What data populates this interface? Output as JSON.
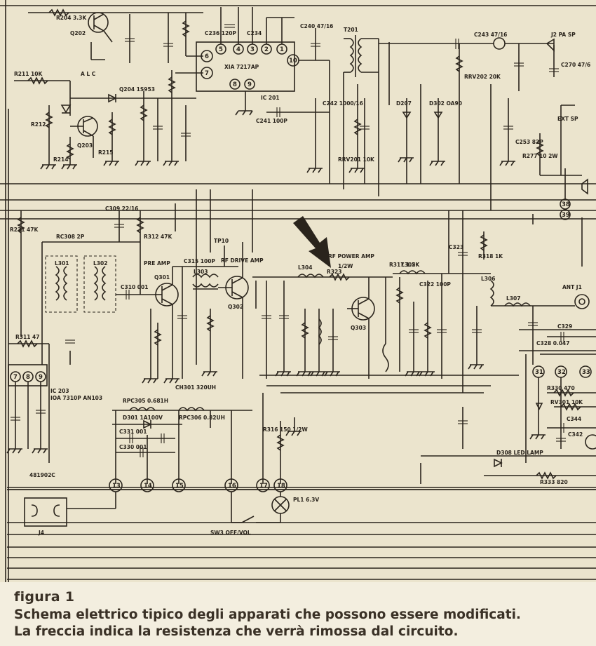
{
  "caption": {
    "title": "figura 1",
    "line1": "Schema elettrico tipico degli apparati che possono essere modificati.",
    "line2": "La freccia indica la resistenza che verrà rimossa dal circuito."
  },
  "components": {
    "r204": "R204 3.3K",
    "q202": "Q202",
    "c236": "C236 120P",
    "c234": "C234",
    "ic_pins_top": [
      "5",
      "4",
      "3",
      "2",
      "1"
    ],
    "ic_pins_side": [
      "6",
      "7",
      "10"
    ],
    "ic_pins_bottom": [
      "8",
      "9"
    ],
    "ic201_part": "XIA 7217AP",
    "ic201": "IC 201",
    "c240": "C240 47/16",
    "t201": "T201",
    "c243": "C243 47/16",
    "j2": "J2 PA SP",
    "c270": "C270 47/6",
    "alc": "A L C",
    "r211": "R211 10K",
    "q204": "Q204 1S953",
    "q203": "Q203",
    "r212": "R212",
    "r214": "R214",
    "r215": "R215",
    "c241": "C241 100P",
    "c242": "C242 1000/16",
    "rrv201": "RRV201 10K",
    "d207": "D207",
    "d302": "D302 OA90",
    "rrv202": "RRV202 20K",
    "ext_sp": "EXT SP",
    "c253": "C253 82P",
    "r277": "R277 10 2W",
    "n38": "38",
    "n39": "39",
    "r231": "R231 47K",
    "rc308": "RC308 2P",
    "c309": "C309 22/16",
    "l301": "L301",
    "l302": "L302",
    "r312": "R312 47K",
    "pre_amp": "PRE AMP",
    "q301": "Q301",
    "c310": "C310 001",
    "c315": "C315 100P",
    "l303": "L303",
    "tp10": "TP10",
    "rf_drive_amp": "RF DRIVE AMP",
    "q302": "Q302",
    "l304": "L304",
    "r323": "R323",
    "r323_val": "1/2W",
    "rf_power_amp": "RF POWER AMP",
    "q303": "Q303",
    "r317": "R317 1.2K",
    "l305": "L305",
    "c322": "C322 100P",
    "c323": "C323",
    "r318": "R318 1K",
    "ant": "ANT J1",
    "l306": "L306",
    "l307": "L307",
    "c329": "C329",
    "c328": "C328 0.047",
    "r311": "R311 47",
    "ic203_pins": [
      "7",
      "8",
      "9"
    ],
    "ic203": "IC 203",
    "ic203_part": "IOA 7310P AN103",
    "rpc305": "RPC305 0.681H",
    "ch301": "CH301 320UH",
    "d301": "D301 1A100V",
    "rpc306": "RPC306 0.82UH",
    "c331": "C331 001",
    "c330": "C330 001",
    "part_code": "481902C",
    "terminals": [
      "13",
      "14",
      "15",
      "16",
      "17",
      "18"
    ],
    "r316": "R316 150 1/2W",
    "pl1": "PL1 6.3V",
    "sw3": "SW3 OFF/VOL",
    "j4": "J4",
    "d308": "D308 LED LAMP",
    "r333": "R333 820",
    "r330": "R330 470",
    "rv301": "RV301 10K",
    "right_terms": [
      "31",
      "32",
      "33"
    ],
    "c344": "C344",
    "c342": "C342"
  }
}
